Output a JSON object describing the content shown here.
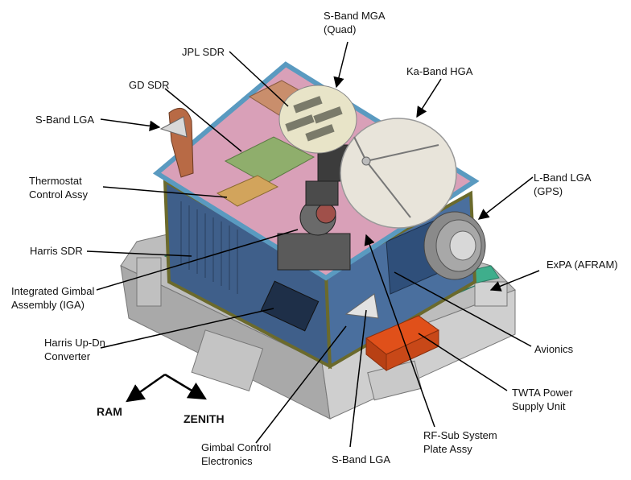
{
  "labels": {
    "sband_mga": [
      "S-Band MGA",
      "(Quad)"
    ],
    "jpl_sdr": [
      "JPL SDR"
    ],
    "ka_hga": [
      "Ka-Band HGA"
    ],
    "gd_sdr": [
      "GD SDR"
    ],
    "sband_lga_top": [
      "S-Band LGA"
    ],
    "thermostat": [
      "Thermostat",
      "Control Assy"
    ],
    "lband_lga": [
      "L-Band LGA",
      "(GPS)"
    ],
    "harris_sdr": [
      "Harris SDR"
    ],
    "expa": [
      "ExPA (AFRAM)"
    ],
    "iga": [
      "Integrated Gimbal",
      "Assembly (IGA)"
    ],
    "harris_updn": [
      "Harris Up-Dn",
      "Converter"
    ],
    "avionics": [
      "Avionics"
    ],
    "twta": [
      "TWTA Power",
      "Supply Unit"
    ],
    "ram": [
      "RAM"
    ],
    "zenith": [
      "ZENITH"
    ],
    "gimbal_ctrl": [
      "Gimbal Control",
      "Electronics"
    ],
    "sband_lga_bottom": [
      "S-Band LGA"
    ],
    "rf_sub": [
      "RF-Sub System",
      "Plate Assy"
    ]
  },
  "colors": {
    "top_panel": "#d9a0b8",
    "side_panel": "#3f5f8a",
    "frame": "#6b6a2c",
    "base_plate": "#c8c8c8",
    "green_plate": "#3fae8c",
    "twta": "#e0501a",
    "dish": "#e8e4da",
    "leader": "#000000"
  }
}
